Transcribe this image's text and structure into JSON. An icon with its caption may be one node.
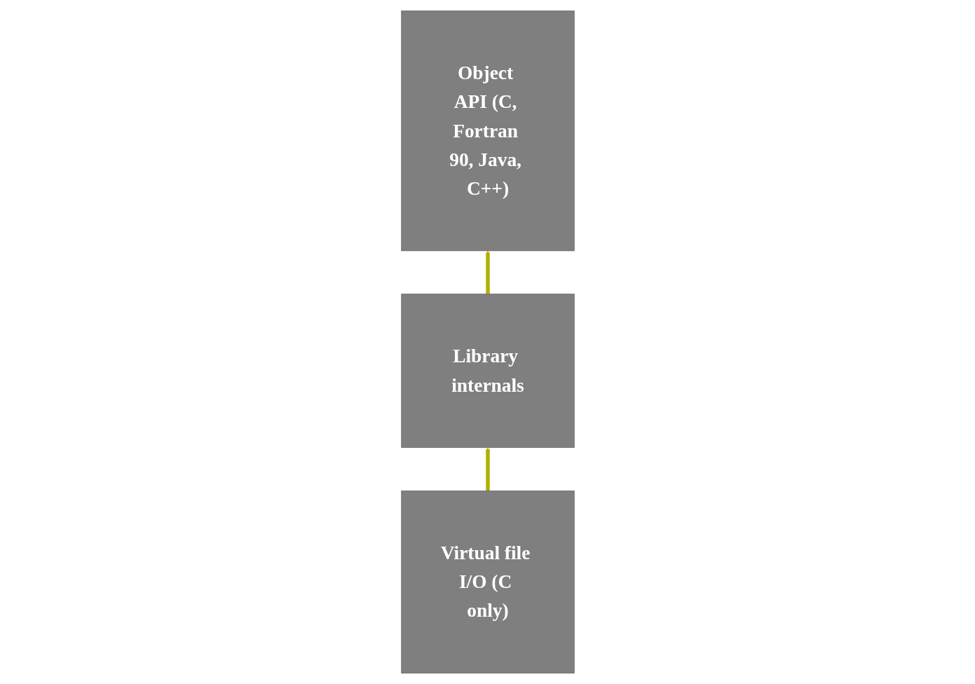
{
  "diagram": {
    "nodes": [
      {
        "text": [
          "Object API (C, Fortran 90, Java, C++)"
        ]
      },
      {
        "text": [
          "Library internals"
        ]
      },
      {
        "text": [
          "Virtual file I/O (C only)"
        ]
      }
    ],
    "edges": [
      {
        "from": 2,
        "to": 1,
        "arrow": "to"
      },
      {
        "from": 1,
        "to": 0,
        "arrow": "to"
      }
    ]
  }
}
